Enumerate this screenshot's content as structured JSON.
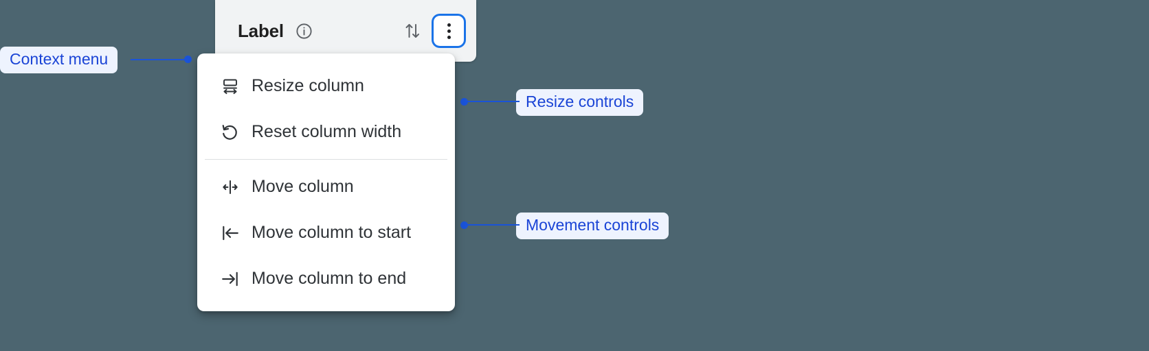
{
  "background_color": "#4c6570",
  "accent_color": "#1a73e8",
  "annotation_color": "#1a44d6",
  "annotation_pill_bg": "#eef3fe",
  "header": {
    "title": "Label",
    "info_icon": "info-circle-icon",
    "sort_icon": "sort-up-down-arrows-icon",
    "menu_button_icon": "more-vertical-kebab-icon",
    "menu_button_focused": true
  },
  "context_menu": {
    "groups": [
      {
        "name": "resize",
        "items": [
          {
            "label": "Resize column",
            "icon": "resize-column-horizontal-icon"
          },
          {
            "label": "Reset column width",
            "icon": "reset-undo-arrow-icon"
          }
        ]
      },
      {
        "name": "movement",
        "items": [
          {
            "label": "Move column",
            "icon": "move-column-left-right-icon"
          },
          {
            "label": "Move column to start",
            "icon": "move-to-start-arrow-icon"
          },
          {
            "label": "Move column to end",
            "icon": "move-to-end-arrow-icon"
          }
        ]
      }
    ]
  },
  "annotations": [
    {
      "key": "context_menu",
      "label": "Context menu"
    },
    {
      "key": "resize_controls",
      "label": "Resize controls"
    },
    {
      "key": "movement_controls",
      "label": "Movement controls"
    }
  ]
}
